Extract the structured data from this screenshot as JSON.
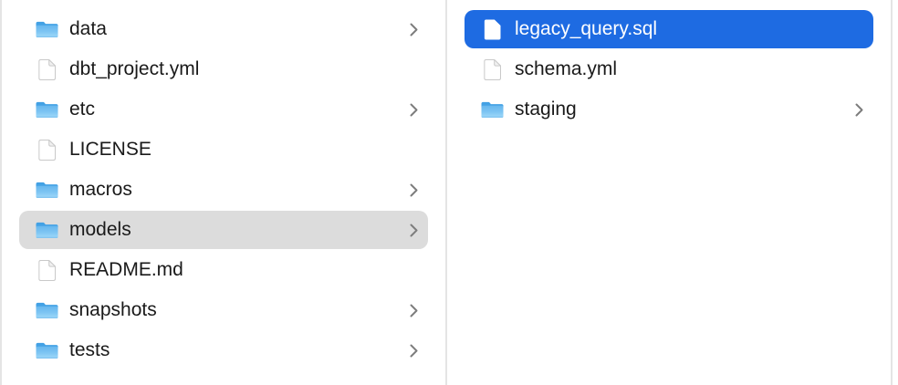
{
  "colors": {
    "selection_blue": "#1e6be2",
    "selection_gray": "#dcdcdc",
    "divider": "#e4e4e4",
    "text": "#1a1a1a",
    "selected_text": "#ffffff",
    "chevron": "#7d7d7d",
    "folder_blue": "#79c3f2",
    "background": "#ffffff"
  },
  "columns": [
    {
      "id": "column-1",
      "items": [
        {
          "label": "data",
          "icon": "folder-icon",
          "has_chevron": true,
          "selected": null
        },
        {
          "label": "dbt_project.yml",
          "icon": "file-icon",
          "has_chevron": false,
          "selected": null
        },
        {
          "label": "etc",
          "icon": "folder-icon",
          "has_chevron": true,
          "selected": null
        },
        {
          "label": "LICENSE",
          "icon": "file-icon",
          "has_chevron": false,
          "selected": null
        },
        {
          "label": "macros",
          "icon": "folder-icon",
          "has_chevron": true,
          "selected": null
        },
        {
          "label": "models",
          "icon": "folder-icon",
          "has_chevron": true,
          "selected": "gray"
        },
        {
          "label": "README.md",
          "icon": "file-icon",
          "has_chevron": false,
          "selected": null
        },
        {
          "label": "snapshots",
          "icon": "folder-icon",
          "has_chevron": true,
          "selected": null
        },
        {
          "label": "tests",
          "icon": "folder-icon",
          "has_chevron": true,
          "selected": null
        }
      ]
    },
    {
      "id": "column-2",
      "items": [
        {
          "label": "legacy_query.sql",
          "icon": "file-icon",
          "has_chevron": false,
          "selected": "blue"
        },
        {
          "label": "schema.yml",
          "icon": "file-icon",
          "has_chevron": false,
          "selected": null
        },
        {
          "label": "staging",
          "icon": "folder-icon",
          "has_chevron": true,
          "selected": null
        }
      ]
    }
  ]
}
